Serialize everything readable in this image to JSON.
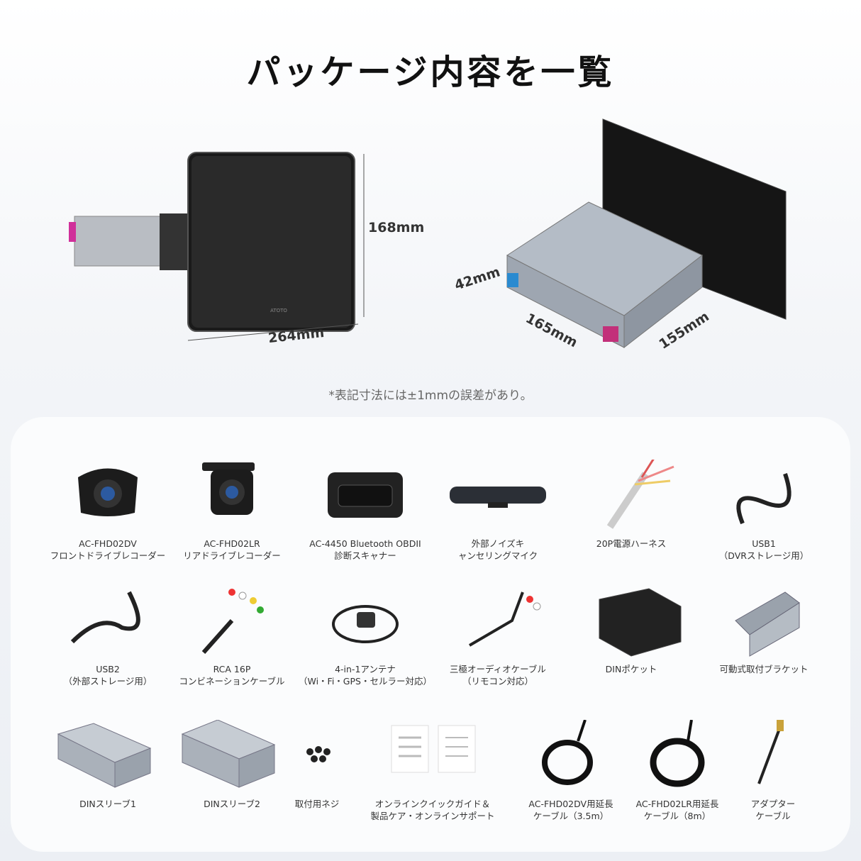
{
  "title": "パッケージ内容を一覧",
  "dimensions": {
    "height": "168mm",
    "width": "264mm",
    "depth_h": "42mm",
    "depth_w": "165mm",
    "depth_l": "155mm",
    "logo": "ATOTO"
  },
  "note": "*表記寸法には±1mmの誤差があり。",
  "items": [
    {
      "line1": "AC-FHD02DV",
      "line2": "フロントドライブレコーダー",
      "icon": "front-dashcam-icon"
    },
    {
      "line1": "AC-FHD02LR",
      "line2": "リアドライブレコーダー",
      "icon": "rear-camera-icon"
    },
    {
      "line1": "AC-4450 Bluetooth OBDII",
      "line2": "診断スキャナー",
      "icon": "obd-scanner-icon"
    },
    {
      "line1": "外部ノイズキ",
      "line2": "ャンセリングマイク",
      "icon": "microphone-icon"
    },
    {
      "line1": "20P電源ハーネス",
      "line2": "",
      "icon": "power-harness-icon"
    },
    {
      "line1": "USB1",
      "line2": "（DVRストレージ用）",
      "icon": "usb-cable-icon"
    },
    {
      "line1": "USB2",
      "line2": "（外部ストレージ用）",
      "icon": "usb-cable-icon"
    },
    {
      "line1": "RCA 16P",
      "line2": "コンビネーションケーブル",
      "icon": "rca-cable-icon"
    },
    {
      "line1": "4-in-1アンテナ",
      "line2": "（Wi・Fi・GPS・セルラー対応）",
      "icon": "antenna-icon"
    },
    {
      "line1": "三極オーディオケーブル",
      "line2": "（リモコン対応）",
      "icon": "audio-cable-icon"
    },
    {
      "line1": "DINポケット",
      "line2": "",
      "icon": "din-pocket-icon"
    },
    {
      "line1": "可動式取付ブラケット",
      "line2": "",
      "icon": "bracket-icon"
    },
    {
      "line1": "DINスリーブ1",
      "line2": "",
      "icon": "din-sleeve-icon"
    },
    {
      "line1": "DINスリーブ2",
      "line2": "",
      "icon": "din-sleeve-icon"
    },
    {
      "line1": "取付用ネジ",
      "line2": "",
      "icon": "screws-icon"
    },
    {
      "line1": "オンラインクイックガイド＆",
      "line2": "製品ケア・オンラインサポート",
      "icon": "guide-icon"
    },
    {
      "line1": "AC-FHD02DV用延長",
      "line2": "ケーブル（3.5m）",
      "icon": "extension-cable-icon"
    },
    {
      "line1": "AC-FHD02LR用延長",
      "line2": "ケーブル（8m）",
      "icon": "extension-cable-icon"
    },
    {
      "line1": "アダプター",
      "line2": "ケーブル",
      "icon": "adapter-cable-icon"
    }
  ]
}
